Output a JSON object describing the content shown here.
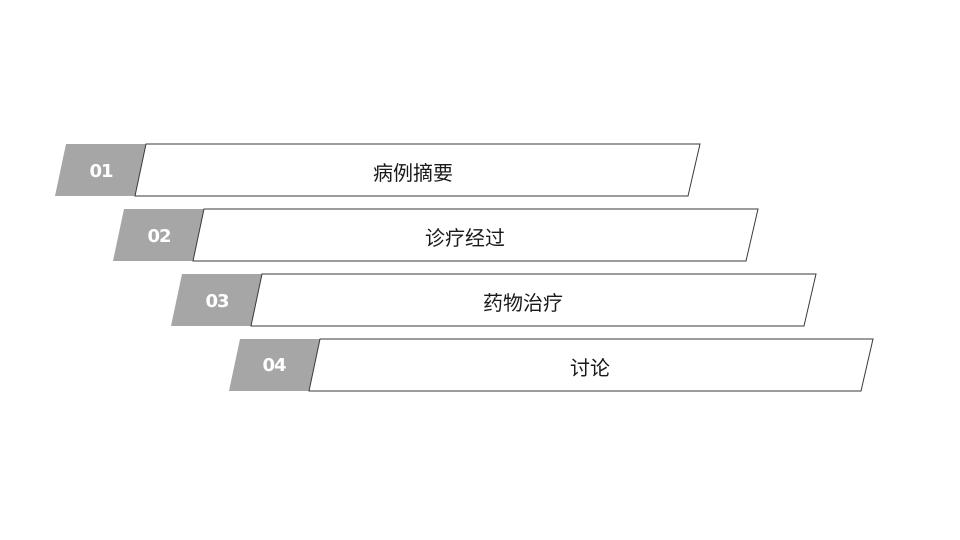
{
  "slide": {
    "items": [
      {
        "number": "01",
        "label": "病例摘要"
      },
      {
        "number": "02",
        "label": "诊疗经过"
      },
      {
        "number": "03",
        "label": "药物治疗"
      },
      {
        "number": "04",
        "label": "讨论"
      }
    ]
  },
  "colors": {
    "background": "#ffffff",
    "tab": "#a6a6a6",
    "bar_outline": "#3a3a3a",
    "number_text": "#ffffff",
    "label_text": "#1a1a1a"
  }
}
